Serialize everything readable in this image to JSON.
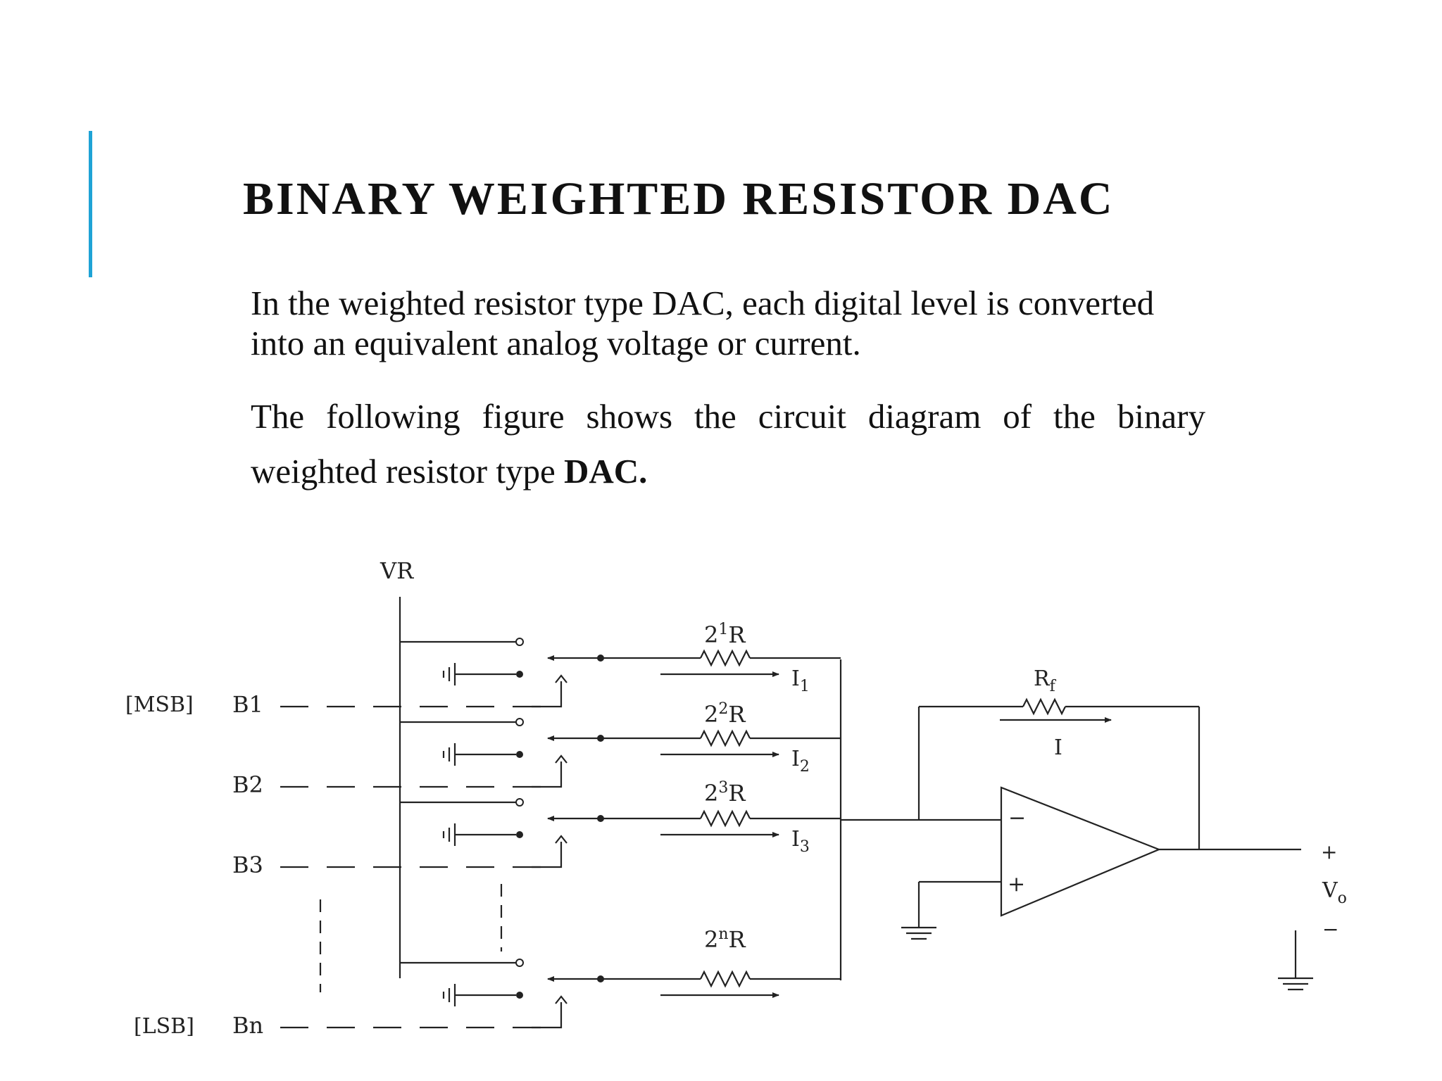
{
  "slide": {
    "title": "BINARY WEIGHTED RESISTOR DAC",
    "paragraph1": "In the weighted resistor type DAC, each digital level is converted into an equivalent analog voltage or current.",
    "paragraph2": "The following figure shows the circuit diagram of the binary weighted resistor type",
    "paragraph2_tail": "DAC."
  },
  "diagram": {
    "ref_label": "VR",
    "msb_tag": "[MSB]",
    "lsb_tag": "[LSB]",
    "bits": [
      "B1",
      "B2",
      "B3",
      "Bn"
    ],
    "resistors": [
      {
        "base": "2",
        "exp": "1",
        "unit": "R"
      },
      {
        "base": "2",
        "exp": "2",
        "unit": "R"
      },
      {
        "base": "2",
        "exp": "3",
        "unit": "R"
      },
      {
        "base": "2",
        "exp": "n",
        "unit": "R"
      }
    ],
    "currents": [
      {
        "main": "I",
        "sub": "1"
      },
      {
        "main": "I",
        "sub": "2"
      },
      {
        "main": "I",
        "sub": "3"
      }
    ],
    "feedback_resistor": {
      "main": "R",
      "sub": "f"
    },
    "feedback_current": "I",
    "opamp_inputs": {
      "inverting": "−",
      "noninverting": "+"
    },
    "output": {
      "plus": "+",
      "label_main": "V",
      "label_sub": "o",
      "minus": "−"
    },
    "colors": {
      "accent": "#1fa3d6",
      "line": "#222222"
    }
  }
}
